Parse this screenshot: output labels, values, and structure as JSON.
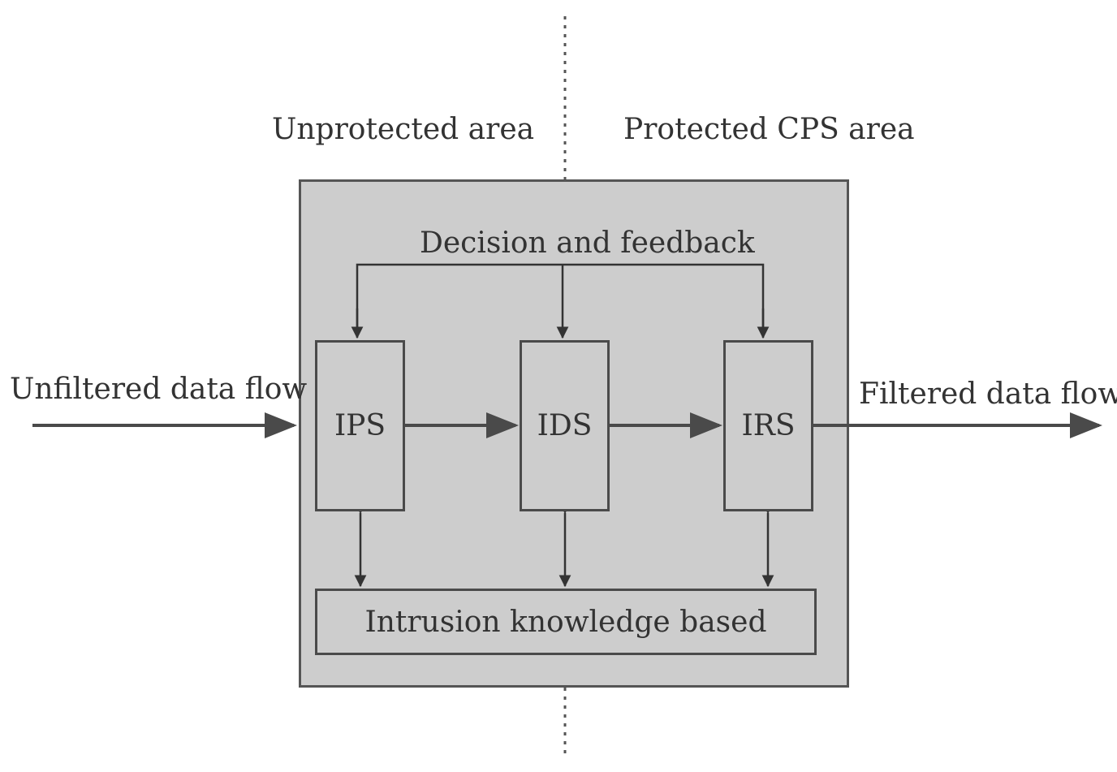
{
  "regions": {
    "unprotected": "Unprotected area",
    "protected": "Protected CPS area"
  },
  "feedback": "Decision and feedback",
  "flows": {
    "input": "Unfiltered data flow",
    "output": "Filtered data flow"
  },
  "modules": {
    "ips": "IPS",
    "ids": "IDS",
    "irs": "IRS"
  },
  "knowledge": "Intrusion knowledge based",
  "colors": {
    "panel": "#cdcdcd",
    "stroke": "#4a4a4a",
    "text": "#333333"
  }
}
